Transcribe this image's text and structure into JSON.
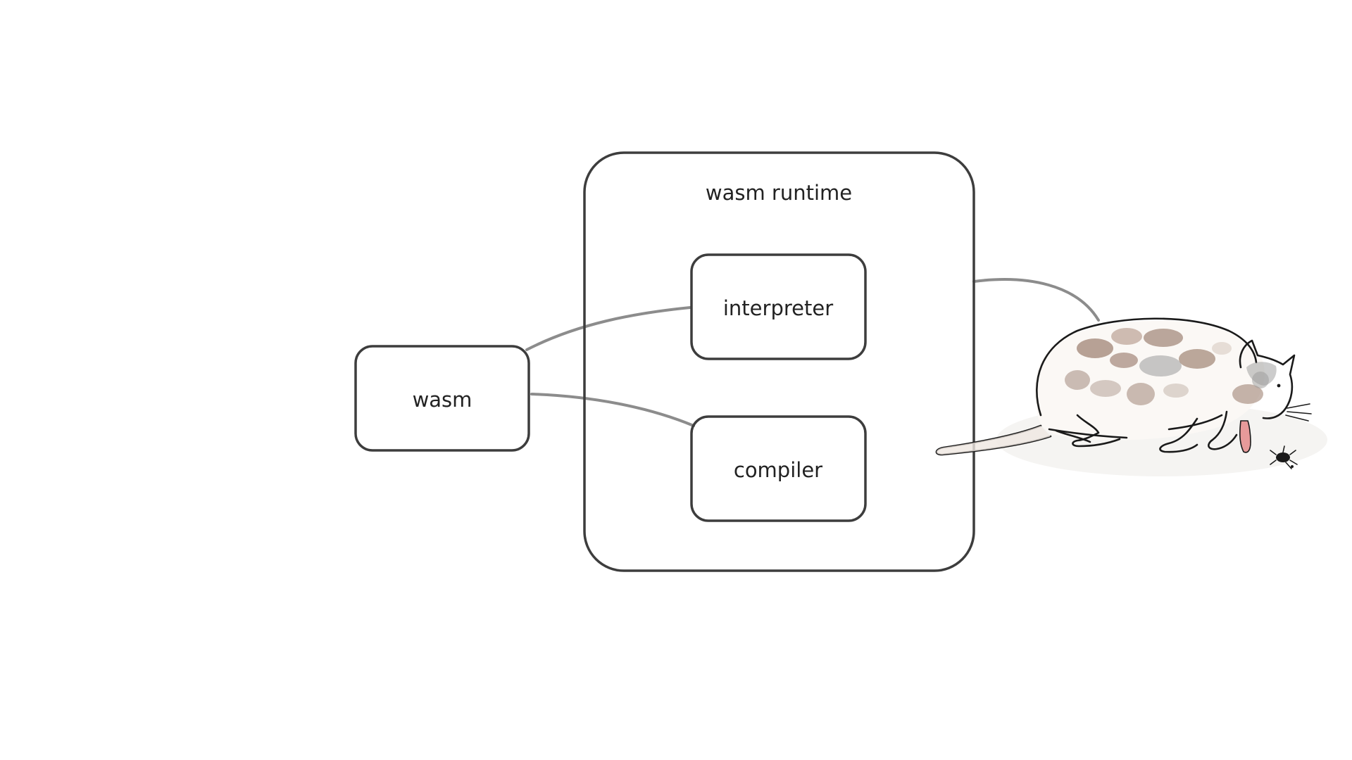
{
  "diagram": {
    "nodes": {
      "wasm": {
        "label": "wasm"
      },
      "runtime": {
        "label": "wasm runtime"
      },
      "interpreter": {
        "label": "interpreter"
      },
      "compiler": {
        "label": "compiler"
      }
    },
    "edges": [
      {
        "from": "wasm",
        "to": "interpreter"
      },
      {
        "from": "wasm",
        "to": "compiler"
      },
      {
        "from": "runtime",
        "to": "cat-illustration"
      }
    ]
  },
  "illustration": {
    "subject": "cat-eating-bug",
    "colors": {
      "patch_brown": "#a08474",
      "patch_grey": "#9a9a9a",
      "tongue": "#e79a9a"
    }
  }
}
